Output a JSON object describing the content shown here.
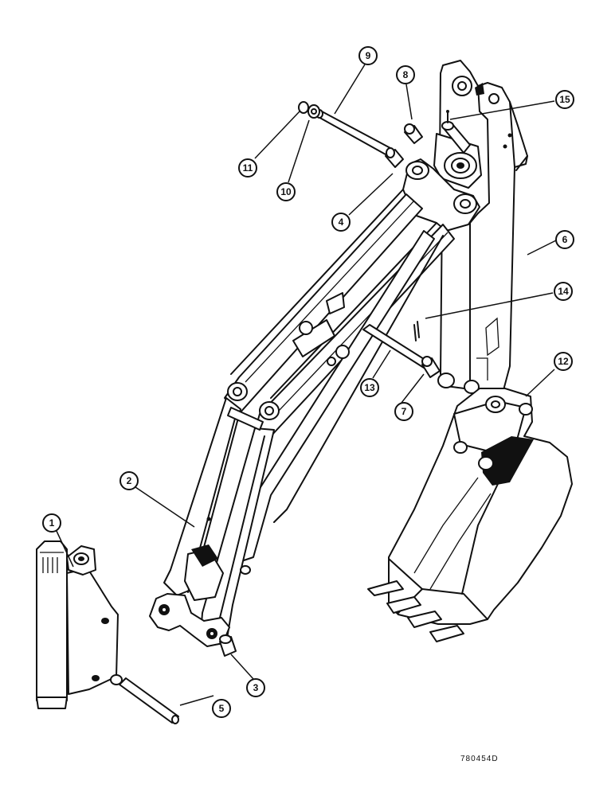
{
  "callouts": [
    {
      "id": "c1",
      "label": "1"
    },
    {
      "id": "c2",
      "label": "2"
    },
    {
      "id": "c3",
      "label": "3"
    },
    {
      "id": "c4",
      "label": "4"
    },
    {
      "id": "c5",
      "label": "5"
    },
    {
      "id": "c6",
      "label": "6"
    },
    {
      "id": "c7",
      "label": "7"
    },
    {
      "id": "c8",
      "label": "8"
    },
    {
      "id": "c9",
      "label": "9"
    },
    {
      "id": "c10",
      "label": "10"
    },
    {
      "id": "c11",
      "label": "11"
    },
    {
      "id": "c12",
      "label": "12"
    },
    {
      "id": "c13",
      "label": "13"
    },
    {
      "id": "c14",
      "label": "14"
    },
    {
      "id": "c15",
      "label": "15"
    }
  ],
  "drawing_number": "780454D",
  "colors": {
    "ink": "#111111",
    "paper": "#ffffff"
  }
}
